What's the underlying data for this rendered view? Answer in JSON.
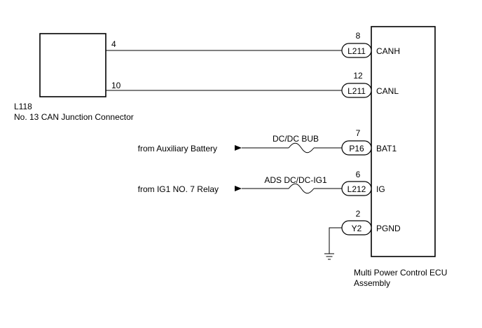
{
  "junction_connector": {
    "code": "L118",
    "name": "No. 13 CAN Junction Connector",
    "pins": [
      "4",
      "10"
    ]
  },
  "ecu": {
    "name_line1": "Multi Power Control ECU",
    "name_line2": "Assembly"
  },
  "circuits": [
    {
      "pin": "8",
      "connector": "L211",
      "terminal": "CANH"
    },
    {
      "pin": "12",
      "connector": "L211",
      "terminal": "CANL"
    },
    {
      "pin": "7",
      "connector": "P16",
      "terminal": "BAT1",
      "source": "from Auxiliary Battery",
      "fuse": "DC/DC BUB"
    },
    {
      "pin": "6",
      "connector": "L212",
      "terminal": "IG",
      "source": "from IG1 NO. 7 Relay",
      "fuse": "ADS DC/DC-IG1"
    },
    {
      "pin": "2",
      "connector": "Y2",
      "terminal": "PGND",
      "ground": true
    }
  ]
}
